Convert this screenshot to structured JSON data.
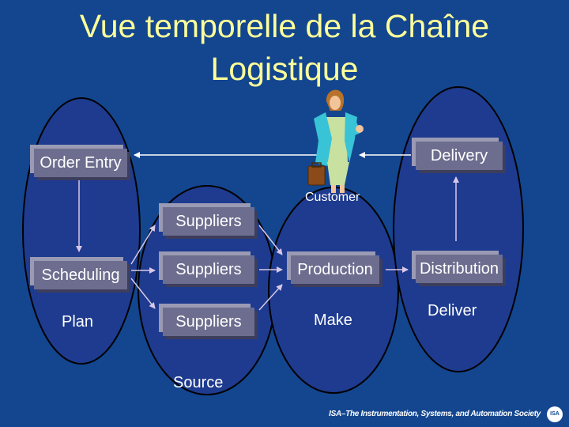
{
  "title": {
    "line1": "Vue temporelle de la Chaîne",
    "line2": "Logistique"
  },
  "boxes": {
    "order_entry": "Order Entry",
    "delivery": "Delivery",
    "suppliers_top": "Suppliers",
    "scheduling": "Scheduling",
    "suppliers_mid": "Suppliers",
    "production": "Production",
    "distribution": "Distribution",
    "suppliers_bottom": "Suppliers"
  },
  "labels": {
    "customer": "Customer",
    "plan": "Plan",
    "make": "Make",
    "deliver": "Deliver",
    "source": "Source"
  },
  "footer": {
    "text": "ISA–The Instrumentation, Systems, and Automation Society",
    "logo": "ISA"
  },
  "colors": {
    "background": "#13468f",
    "title": "#ffff99",
    "box": "#6d6d8f",
    "line": "#ffffff"
  },
  "icons": {
    "customer": "businesswoman-with-briefcase"
  }
}
